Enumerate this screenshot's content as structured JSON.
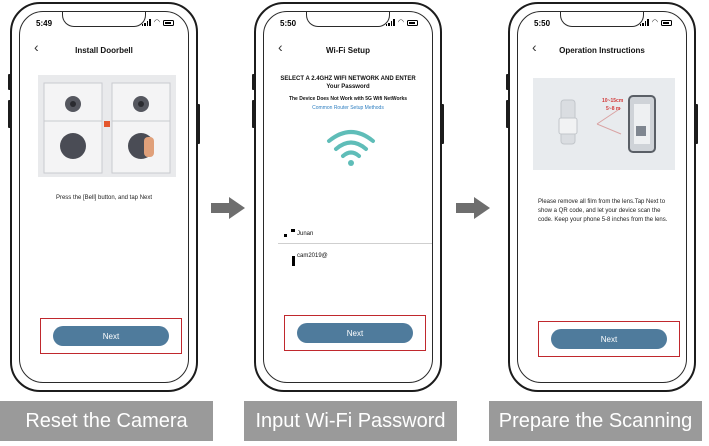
{
  "steps": [
    {
      "status_time": "5:49",
      "title": "Install Doorbell",
      "instruction": "Press the [Bell] button, and tap Next",
      "next_label": "Next",
      "caption": "Reset the Camera"
    },
    {
      "status_time": "5:50",
      "title": "Wi-Fi Setup",
      "heading": "SELECT A 2.4GHZ WIFI NETWORK AND ENTER Your Password",
      "subheading": "The Device Does Not Work with 5G Wifi NetWorks",
      "link": "Common Router Setup Methods",
      "network_name": "Junan",
      "password": "cam2019@",
      "next_label": "Next",
      "caption": "Input Wi-Fi Password"
    },
    {
      "status_time": "5:50",
      "title": "Operation Instructions",
      "distance_label_1": "10~15cm",
      "distance_label_2": "5~8 m",
      "instruction": "Please remove all film from the lens.Tap Next to show a QR code, and let your device scan the code. Keep your phone 5-8 inches from the lens.",
      "next_label": "Next",
      "caption": "Prepare the Scanning"
    }
  ],
  "colors": {
    "next_button": "#4f7b9c",
    "highlight_box": "#c0282d",
    "caption_bg": "#9a9a9a",
    "arrow": "#6e6e6e",
    "wifi_icon": "#2aa7a0"
  }
}
